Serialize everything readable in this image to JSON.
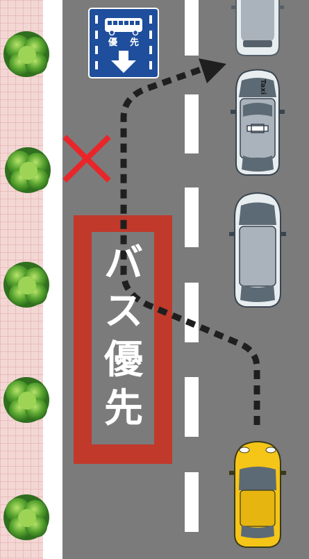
{
  "road_marking": {
    "char1": "バ",
    "char2": "ス",
    "char3": "優",
    "char4": "先"
  },
  "sign": {
    "char1": "優",
    "char2": "先",
    "icon": "bus-icon",
    "arrow": "down-arrow-icon"
  },
  "taxi_roof_label": "Taxi",
  "colors": {
    "sidewalk": "#f3d7d5",
    "sidewalk_grid": "#e3a9a4",
    "curb": "#ffffff",
    "road": "#7b7b7b",
    "lane_line": "#ffffff",
    "bus_lane_marking": "#c0392b",
    "sign_blue": "#1e4e9c",
    "no_entry_cross": "#e8262a",
    "path_arrow": "#1f1f1f",
    "yellow_car": "#f5c518",
    "grey_car": "#9aa4ad",
    "tree_green": "#4e9a2b"
  }
}
